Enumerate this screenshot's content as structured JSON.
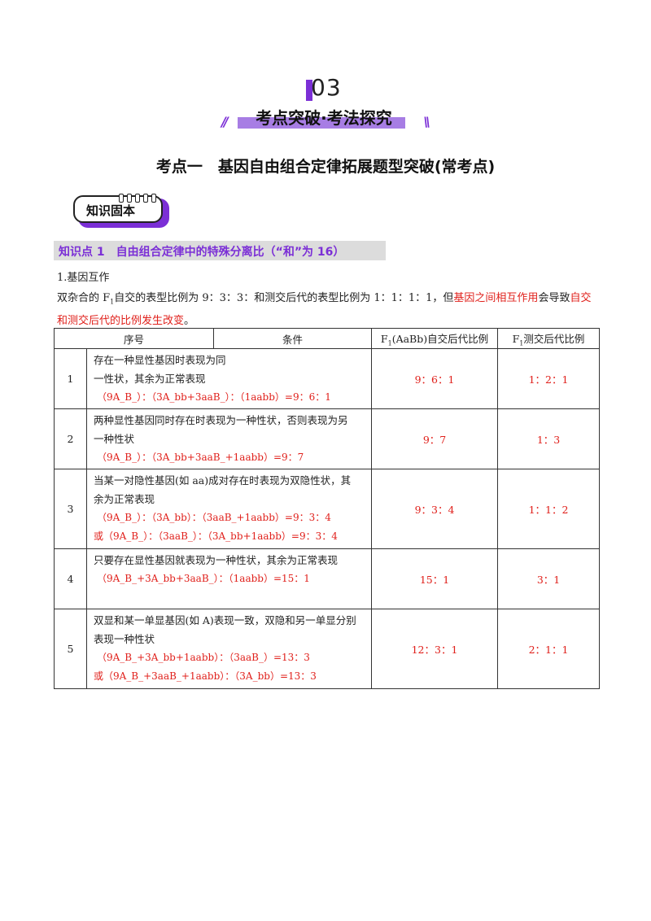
{
  "header": {
    "number": "03",
    "banner_title": "考点突破·考法探究",
    "slashes_left": "//",
    "slashes_right": "\\\\"
  },
  "section": {
    "title": "考点一　基因自由组合定律拓展题型突破(常考点)"
  },
  "tag": {
    "label": "知识固本"
  },
  "knowledge_point": {
    "label": "知识点 1　自由组合定律中的特殊分离比（“和”为 16）"
  },
  "subheading": "1.基因互作",
  "paragraph": {
    "part1": "双杂合的 F",
    "sub1": "1",
    "part2": "自交的表型比例为 9：3：3：和测交后代的表型比例为 1：1：1：1，但",
    "red1": "基因之间相互作用",
    "part3": "会导致",
    "red2": "自交和测交后代的比例发生改变",
    "part4": "。"
  },
  "table": {
    "headers": {
      "index": "序号",
      "condition": "条件",
      "selfcross_pre": "F",
      "selfcross_sub": "1",
      "selfcross_post": "(AaBb)自交后代比例",
      "testcross_pre": "F",
      "testcross_sub": "1",
      "testcross_post": "测交后代比例"
    },
    "rows": [
      {
        "index": "1",
        "condition": "存在一种显性基因时表现为同一性状，其余为正常表现",
        "formulas": [
          "（9A_B_）：（3A_bb+3aaB_）：（1aabb）=9：6：1"
        ],
        "selfcross": "9：6：1",
        "testcross": "1：2：1"
      },
      {
        "index": "2",
        "condition": "两种显性基因同时存在时表现为一种性状，否则表现为另一种性状",
        "formulas": [
          "（9A_B_）：（3A_bb+3aaB_+1aabb）=9：7"
        ],
        "selfcross": "9：7",
        "testcross": "1：3"
      },
      {
        "index": "3",
        "condition": "当某一对隐性基因(如 aa)成对存在时表现为双隐性状，其余为正常表现",
        "formulas": [
          "（9A_B_）：（3A_bb）：（3aaB_+1aabb）=9：3：4",
          "或（9A_B_）：（3aaB_）：（3A_bb+1aabb）=9：3：4"
        ],
        "selfcross": "9：3：4",
        "testcross": "1：1：2"
      },
      {
        "index": "4",
        "condition": "只要存在显性基因就表现为一种性状，其余为正常表现",
        "formulas": [
          "（9A_B_+3A_bb+3aaB_）：（1aabb）=15：1"
        ],
        "selfcross": "15：1",
        "testcross": "3：1"
      },
      {
        "index": "5",
        "condition": "双显和某一单显基因(如 A)表现一致，双隐和另一单显分别表现一种性状",
        "formulas": [
          "（9A_B_+3A_bb+1aabb）：（3aaB_）=13：3",
          "或（9A_B_+3aaB_+1aabb）：（3A_bb）=13：3"
        ],
        "selfcross": "12：3：1",
        "testcross": "2：1：1"
      }
    ]
  },
  "colors": {
    "accent": "#7b2fd6",
    "highlight": "#a77de4",
    "red": "#e0201b",
    "kp_bg": "#dcdcdc"
  }
}
